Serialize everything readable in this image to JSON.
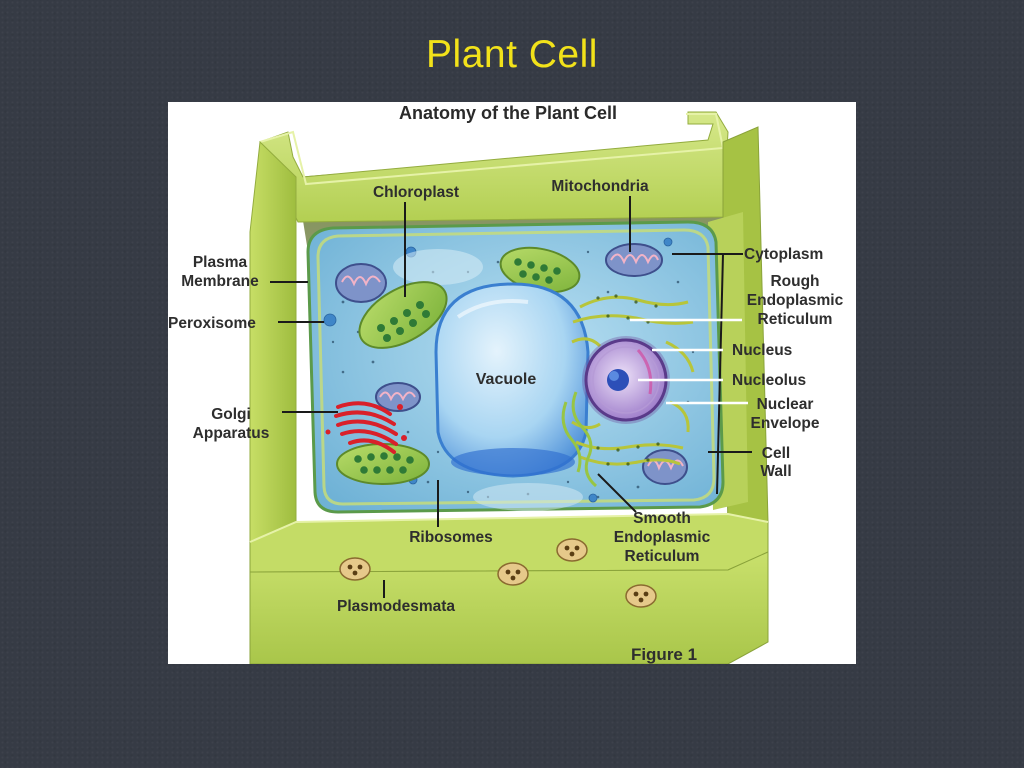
{
  "slide": {
    "title": "Plant Cell"
  },
  "figure": {
    "heading": "Anatomy of the Plant Cell",
    "caption": "Figure 1",
    "labels": {
      "chloroplast": "Chloroplast",
      "mitochondria": "Mitochondria",
      "plasma_membrane_1": "Plasma",
      "plasma_membrane_2": "Membrane",
      "peroxisome": "Peroxisome",
      "golgi_1": "Golgi",
      "golgi_2": "Apparatus",
      "cytoplasm": "Cytoplasm",
      "rough_er_1": "Rough",
      "rough_er_2": "Endoplasmic",
      "rough_er_3": "Reticulum",
      "nucleus": "Nucleus",
      "nucleolus": "Nucleolus",
      "nuclear_envelope_1": "Nuclear",
      "nuclear_envelope_2": "Envelope",
      "cell_wall_1": "Cell",
      "cell_wall_2": "Wall",
      "vacuole": "Vacuole",
      "ribosomes": "Ribosomes",
      "smooth_er_1": "Smooth",
      "smooth_er_2": "Endoplasmic",
      "smooth_er_3": "Reticulum",
      "plasmodesmata": "Plasmodesmata"
    }
  },
  "colors": {
    "background": "#363b45",
    "title": "#f2e21a",
    "cell_wall": "#b9d35a",
    "cytoplasm": "#8fc6e0",
    "vacuole": "#aad4f0",
    "golgi": "#e0242a"
  }
}
